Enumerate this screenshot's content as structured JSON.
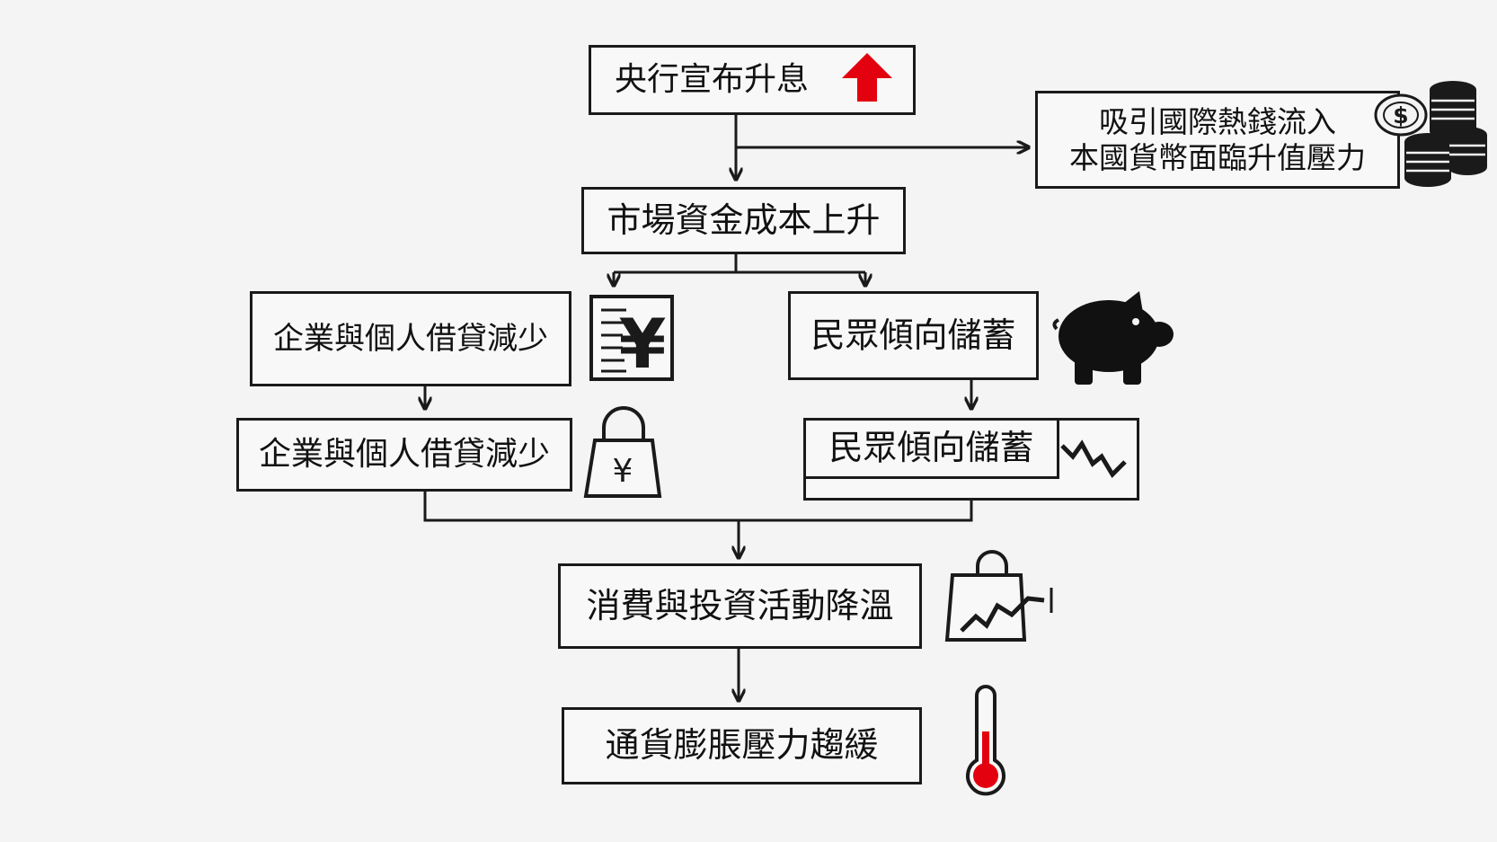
{
  "nodes": {
    "rate_hike": "央行宣布升息",
    "hot_money": {
      "line1": "吸引國際熱錢流入",
      "line2": "本國貨幣面臨升值壓力"
    },
    "capital_cost": "市場資金成本上升",
    "lending_top": "企業與個人借貸減少",
    "saving_top": "民眾傾向儲蓄",
    "lending_bottom": "企業與個人借貸減少",
    "saving_bottom": "民眾傾向儲蓄",
    "consumption": "消費與投資活動降溫",
    "inflation": "通貨膨脹壓力趨緩"
  },
  "icons": {
    "rate_hike": "red-up-arrow-icon",
    "hot_money": "dollar-coin-stacks-icon",
    "lending_top": "yen-document-icon",
    "saving_top": "piggy-bank-icon",
    "lending_bottom": "yen-shopping-bag-icon",
    "saving_bottom": "declining-trend-icon",
    "consumption": "shopping-bag-trend-icon",
    "inflation": "thermometer-icon",
    "yen_symbol": "¥",
    "dollar_symbol": "$"
  },
  "colors": {
    "accent_red": "#e3000f",
    "stroke": "#1a1a1a",
    "background": "#f4f4f4"
  }
}
